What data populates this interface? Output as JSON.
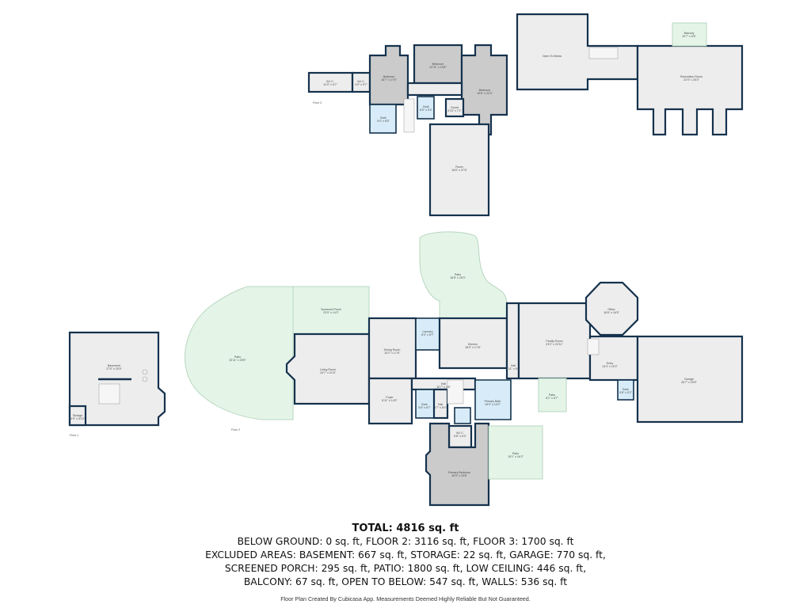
{
  "floors": {
    "floor1_label": "Floor 1",
    "floor2_label": "Floor 2",
    "floor3_label": "Floor 3"
  },
  "rooms": [
    {
      "name": "W.I.C.",
      "dims": "12'0\" x 5'7\""
    },
    {
      "name": "W.I.C.",
      "dims": "4'9\" x 5'7\""
    },
    {
      "name": "Bedroom",
      "dims": "16'7\" x 17'5\""
    },
    {
      "name": "Bedroom",
      "dims": "12'11\" x 15'8\""
    },
    {
      "name": "Bedroom",
      "dims": "15'6\" x 22'3\""
    },
    {
      "name": "Bath",
      "dims": "9'4\" x 8'5\""
    },
    {
      "name": "Bath",
      "dims": "8'5\" x 5'4\""
    },
    {
      "name": "Closet",
      "dims": "4'10\" x 7'1\""
    },
    {
      "name": "Room",
      "dims": "16'6\" x 27'6\""
    },
    {
      "name": "Open To Below",
      "dims": ""
    },
    {
      "name": "Recreation Room",
      "dims": "22'0\" x 25'3\""
    },
    {
      "name": "Balcony",
      "dims": "10'7\" x 5'6\""
    },
    {
      "name": "Patio",
      "dims": "33'11\" x 39'5\""
    },
    {
      "name": "Screened Porch",
      "dims": "23'0\" x 14'2\""
    },
    {
      "name": "Living Room",
      "dims": "24'7\" x 21'5\""
    },
    {
      "name": "Dining Room",
      "dims": "10'2\" x 17'8\""
    },
    {
      "name": "Laundry",
      "dims": "8'4\" x 8'7\""
    },
    {
      "name": "Kitchen",
      "dims": "18'0\" x 17'8\""
    },
    {
      "name": "Patio",
      "dims": "18'8\" x 25'3\""
    },
    {
      "name": "Hall",
      "dims": "3'11\" x 6'6\""
    },
    {
      "name": "Family Room",
      "dims": "23'2\" x 23'11\""
    },
    {
      "name": "Office",
      "dims": "16'6\" x 16'5\""
    },
    {
      "name": "Entry",
      "dims": "14'4\" x 10'2\""
    },
    {
      "name": "Garage",
      "dims": "26'7\" x 29'5\""
    },
    {
      "name": "Bath",
      "dims": "5'8\" x 5'2\""
    },
    {
      "name": "Patio",
      "dims": "8'1\" x 8'7\""
    },
    {
      "name": "Foyer",
      "dims": "8'11\" x 14'3\""
    },
    {
      "name": "Hall",
      "dims": "10'7\" x 3'8\""
    },
    {
      "name": "Bath",
      "dims": "5'8\" x 8'7\""
    },
    {
      "name": "Hall",
      "dims": "3'7\" x 8'4\""
    },
    {
      "name": "Primary Bath",
      "dims": "15'9\" x 10'2\""
    },
    {
      "name": "W.I.C.",
      "dims": "6'8\" x 6'4\""
    },
    {
      "name": "Primary Bedroom",
      "dims": "16'5\" x 23'8\""
    },
    {
      "name": "Patio",
      "dims": "15'1\" x 16'2\""
    },
    {
      "name": "Basement",
      "dims": "27'0\" x 25'9\""
    },
    {
      "name": "Storage",
      "dims": "4'9\" x 6'10\""
    }
  ],
  "summary": {
    "total": "TOTAL: 4816 sq. ft",
    "line1": "BELOW GROUND: 0 sq. ft, FLOOR 2: 3116 sq. ft, FLOOR 3: 1700 sq. ft",
    "line2": "EXCLUDED AREAS: BASEMENT: 667 sq. ft, STORAGE: 22 sq. ft, GARAGE: 770 sq. ft,",
    "line3": "SCREENED PORCH: 295 sq. ft, PATIO: 1800 sq. ft, LOW CEILING: 446 sq. ft,",
    "line4": "BALCONY: 67 sq. ft, OPEN TO BELOW: 547 sq. ft, WALLS: 536 sq. ft",
    "credit": "Floor Plan Created By Cubicasa App. Measurements Deemed Highly Reliable But Not Guaranteed."
  },
  "colors": {
    "wall": "#15324d",
    "room": "#ededed",
    "bedroom": "#cbcbcb",
    "bath": "#d7ecf8",
    "outdoor": "#e4f5e8"
  }
}
